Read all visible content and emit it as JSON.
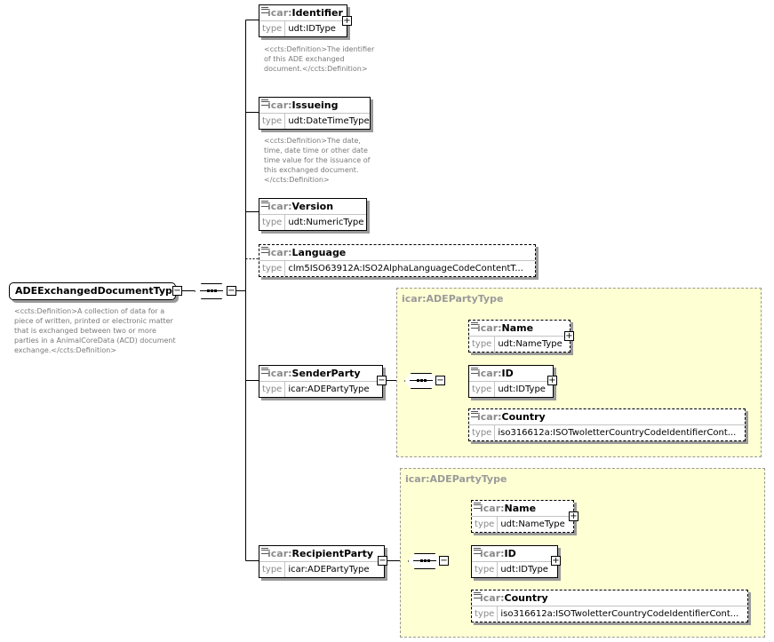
{
  "root": {
    "name": "ADEExchangedDocumentType",
    "collapse_glyph": "−",
    "annotation": "<ccts:Definition>A collection of data for a piece of written, printed or electronic matter that is exchanged between two or more parties in a AnimalCoreData (ACD) document exchange.</ccts:Definition>"
  },
  "sequence_icon": "sequence-compositor-icon",
  "elements": {
    "identifier": {
      "prefix": "icar:",
      "name": "Identifier",
      "type_key": "type",
      "type": "udt:IDType",
      "expand_glyph": "+",
      "annotation": "<ccts:Definition>The identifier of this ADE exchanged document.</ccts:Definition>"
    },
    "issueing": {
      "prefix": "icar:",
      "name": "Issueing",
      "type_key": "type",
      "type": "udt:DateTimeType",
      "annotation": "<ccts:Definition>The date, time, date time or other date time value for the issuance of this exchanged document.</ccts:Definition>"
    },
    "version": {
      "prefix": "icar:",
      "name": "Version",
      "type_key": "type",
      "type": "udt:NumericType"
    },
    "language": {
      "prefix": "icar:",
      "name": "Language",
      "type_key": "type",
      "type": "clm5ISO63912A:ISO2AlphaLanguageCodeContentT..."
    },
    "sender": {
      "prefix": "icar:",
      "name": "SenderParty",
      "type_key": "type",
      "type": "icar:ADEPartyType",
      "collapse_glyph": "−"
    },
    "recipient": {
      "prefix": "icar:",
      "name": "RecipientParty",
      "type_key": "type",
      "type": "icar:ADEPartyType",
      "collapse_glyph": "−"
    }
  },
  "party_type_label": "icar:ADEPartyType",
  "party_children": {
    "name": {
      "prefix": "icar:",
      "name": "Name",
      "type_key": "type",
      "type": "udt:NameType",
      "expand_glyph": "+"
    },
    "id": {
      "prefix": "icar:",
      "name": "ID",
      "type_key": "type",
      "type": "udt:IDType",
      "expand_glyph": "+"
    },
    "country": {
      "prefix": "icar:",
      "name": "Country",
      "type_key": "type",
      "type": "iso316612a:ISOTwoletterCountryCodeIdentifierCont..."
    }
  },
  "colors": {
    "type_box_bg": "#ffffd4",
    "shadow": "#9a9a9a",
    "muted_text": "#8a8a8a"
  }
}
